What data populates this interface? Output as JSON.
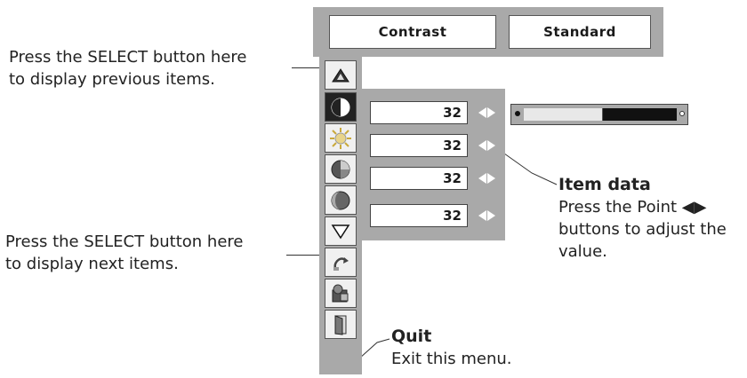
{
  "top_menu": {
    "item_label": "Contrast",
    "mode_label": "Standard"
  },
  "value_rows": [
    {
      "value": "32"
    },
    {
      "value": "32"
    },
    {
      "value": "32"
    },
    {
      "value": "32"
    }
  ],
  "slider": {
    "level_fraction": 0.52
  },
  "icons": [
    "scroll-up-icon",
    "contrast-icon",
    "brightness-icon",
    "color-icon",
    "tint-icon",
    "scroll-down-icon",
    "reset-icon",
    "store-icon",
    "quit-icon"
  ],
  "annotations": {
    "previous_line1": "Press the SELECT button here",
    "previous_line2": "to display previous items.",
    "next_line1": "Press the SELECT button here",
    "next_line2": "to display next items.",
    "item_data_title": "Item data",
    "item_data_line1": "Press the Point ◀▶",
    "item_data_line2": "buttons to adjust the",
    "item_data_line3": "value.",
    "quit_title": "Quit",
    "quit_desc": "Exit this menu."
  },
  "colors": {
    "panel_gray": "#a9a9a9",
    "box_white": "#ffffff",
    "slider_dark": "#111111"
  }
}
